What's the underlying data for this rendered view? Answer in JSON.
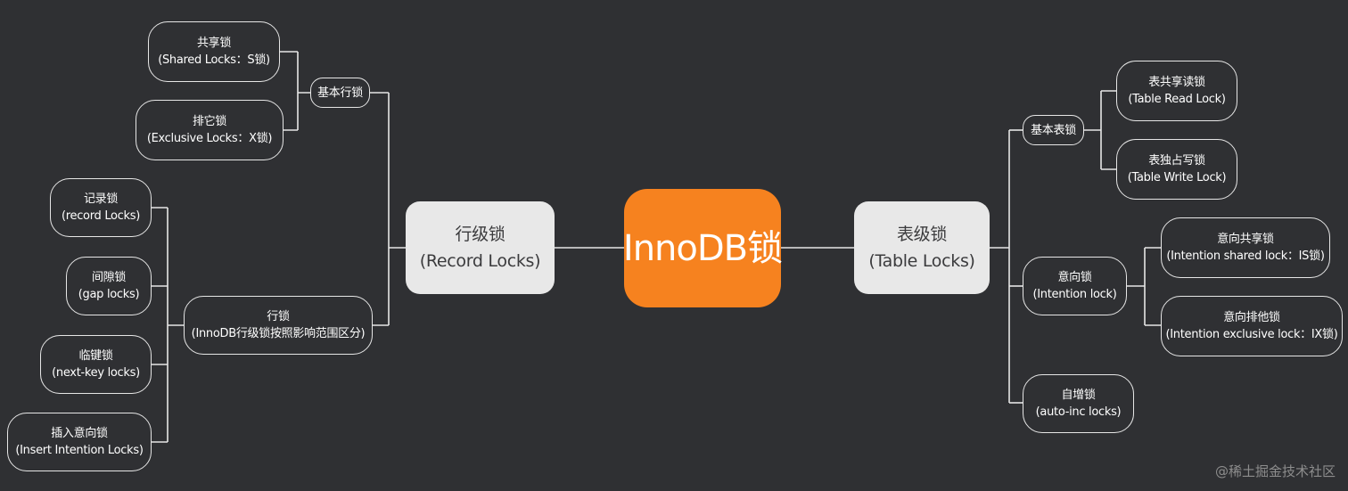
{
  "root": "InnoDB锁",
  "left": {
    "title": "行级锁",
    "subtitle": "(Record Locks)",
    "basic": {
      "label": "基本行锁",
      "items": [
        {
          "title": "共享锁",
          "sub": "(Shared Locks：S锁)"
        },
        {
          "title": "排它锁",
          "sub": "(Exclusive Locks：X锁)"
        }
      ]
    },
    "row": {
      "title": "行锁",
      "sub": "(InnoDB行级锁按照影响范围区分)",
      "items": [
        {
          "title": "记录锁",
          "sub": "(record Locks)"
        },
        {
          "title": "间隙锁",
          "sub": "(gap locks)"
        },
        {
          "title": "临键锁",
          "sub": "(next-key locks)"
        },
        {
          "title": "插入意向锁",
          "sub": "(Insert Intention Locks)"
        }
      ]
    }
  },
  "right": {
    "title": "表级锁",
    "subtitle": "(Table Locks)",
    "basic": {
      "label": "基本表锁",
      "items": [
        {
          "title": "表共享读锁",
          "sub": "(Table Read Lock)"
        },
        {
          "title": "表独占写锁",
          "sub": "(Table Write Lock)"
        }
      ]
    },
    "intention": {
      "title": "意向锁",
      "sub": "(Intention lock)",
      "items": [
        {
          "title": "意向共享锁",
          "sub": "(Intention shared lock：IS锁)"
        },
        {
          "title": "意向排他锁",
          "sub": "(Intention exclusive lock：IX锁)"
        }
      ]
    },
    "autoinc": {
      "title": "自增锁",
      "sub": "(auto-inc locks)"
    }
  },
  "watermark": "@稀土掘金技术社区",
  "colors": {
    "background": "#2f3033",
    "root": "#f6821f",
    "main": "#e8e8e8",
    "line": "#e6e6e6"
  }
}
